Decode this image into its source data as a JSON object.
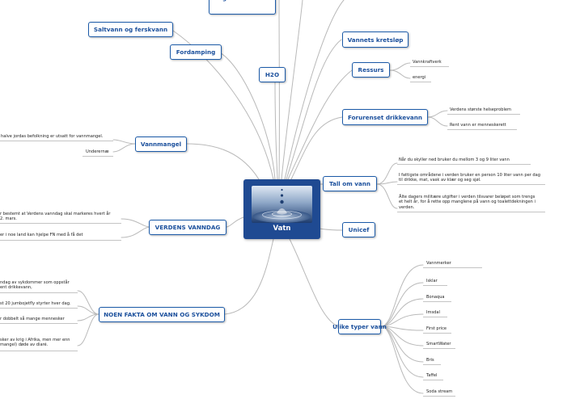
{
  "central": {
    "label": "Vatn"
  },
  "top_node": {
    "label_line1": "",
    "label_line2": "dag"
  },
  "nodes": {
    "saltvann": "Saltvann og ferskvann",
    "fordamping": "Fordamping",
    "h2o": "H2O",
    "vannets_kretslop": "Vannets kretsløp",
    "ressurs": "Ressurs",
    "forurenset": "Forurenset drikkevann",
    "tall_om_vann": "Tall om vann",
    "unicef": "Unicef",
    "vannmangel": "Vannmangel",
    "verdens_vanndag": "VERDENS VANNDAG",
    "noen_fakta": "NOEN FAKTA OM VANN OG SYKDOM",
    "ulike_typer": "Ulike typer vann"
  },
  "ressurs_items": [
    "Vannkraftverk",
    "energi"
  ],
  "forurenset_items": [
    "Verdens største helseproblem",
    "Rent vann er menneskerett"
  ],
  "tall_items": [
    "Når du skyller ned bruker du mellom 3 og 9 liter vann",
    "I fattigste områdene i verden bruker en person 10 liter vann per dag til drikke, mat, vask av klær og seg sjøl.",
    "Ålte dagers militære utgifter i verden tilsvarer beløpet som trengs et helt år, for å rette opp manglene på vann og toalettdekningen i verden."
  ],
  "vannmangel_items": [
    "halve jordas befolkning er utsatt for vannmangel.",
    "Underernæ"
  ],
  "vanndag_items": [
    "r bestemt at Verdens vanndag skal markeres hvert år\n2. mars.",
    "er i noe land kan hjelpe FN med å få det"
  ],
  "fakta_items": [
    "ndag av sykdommer som oppstår\nent drikkevann,",
    "st 20 jumbojetfly styrter hver dag.",
    "r dobbelt så mange mennesker",
    "sker av krig i Afrika, men mer enn\nmangel) døde av diaré."
  ],
  "ulike_items": [
    "Vannmerker",
    "Isklar",
    "Bonaqua",
    "Imsdal",
    "First price",
    "SmartWater",
    "Bris",
    "Taffel",
    "Soda stream"
  ]
}
